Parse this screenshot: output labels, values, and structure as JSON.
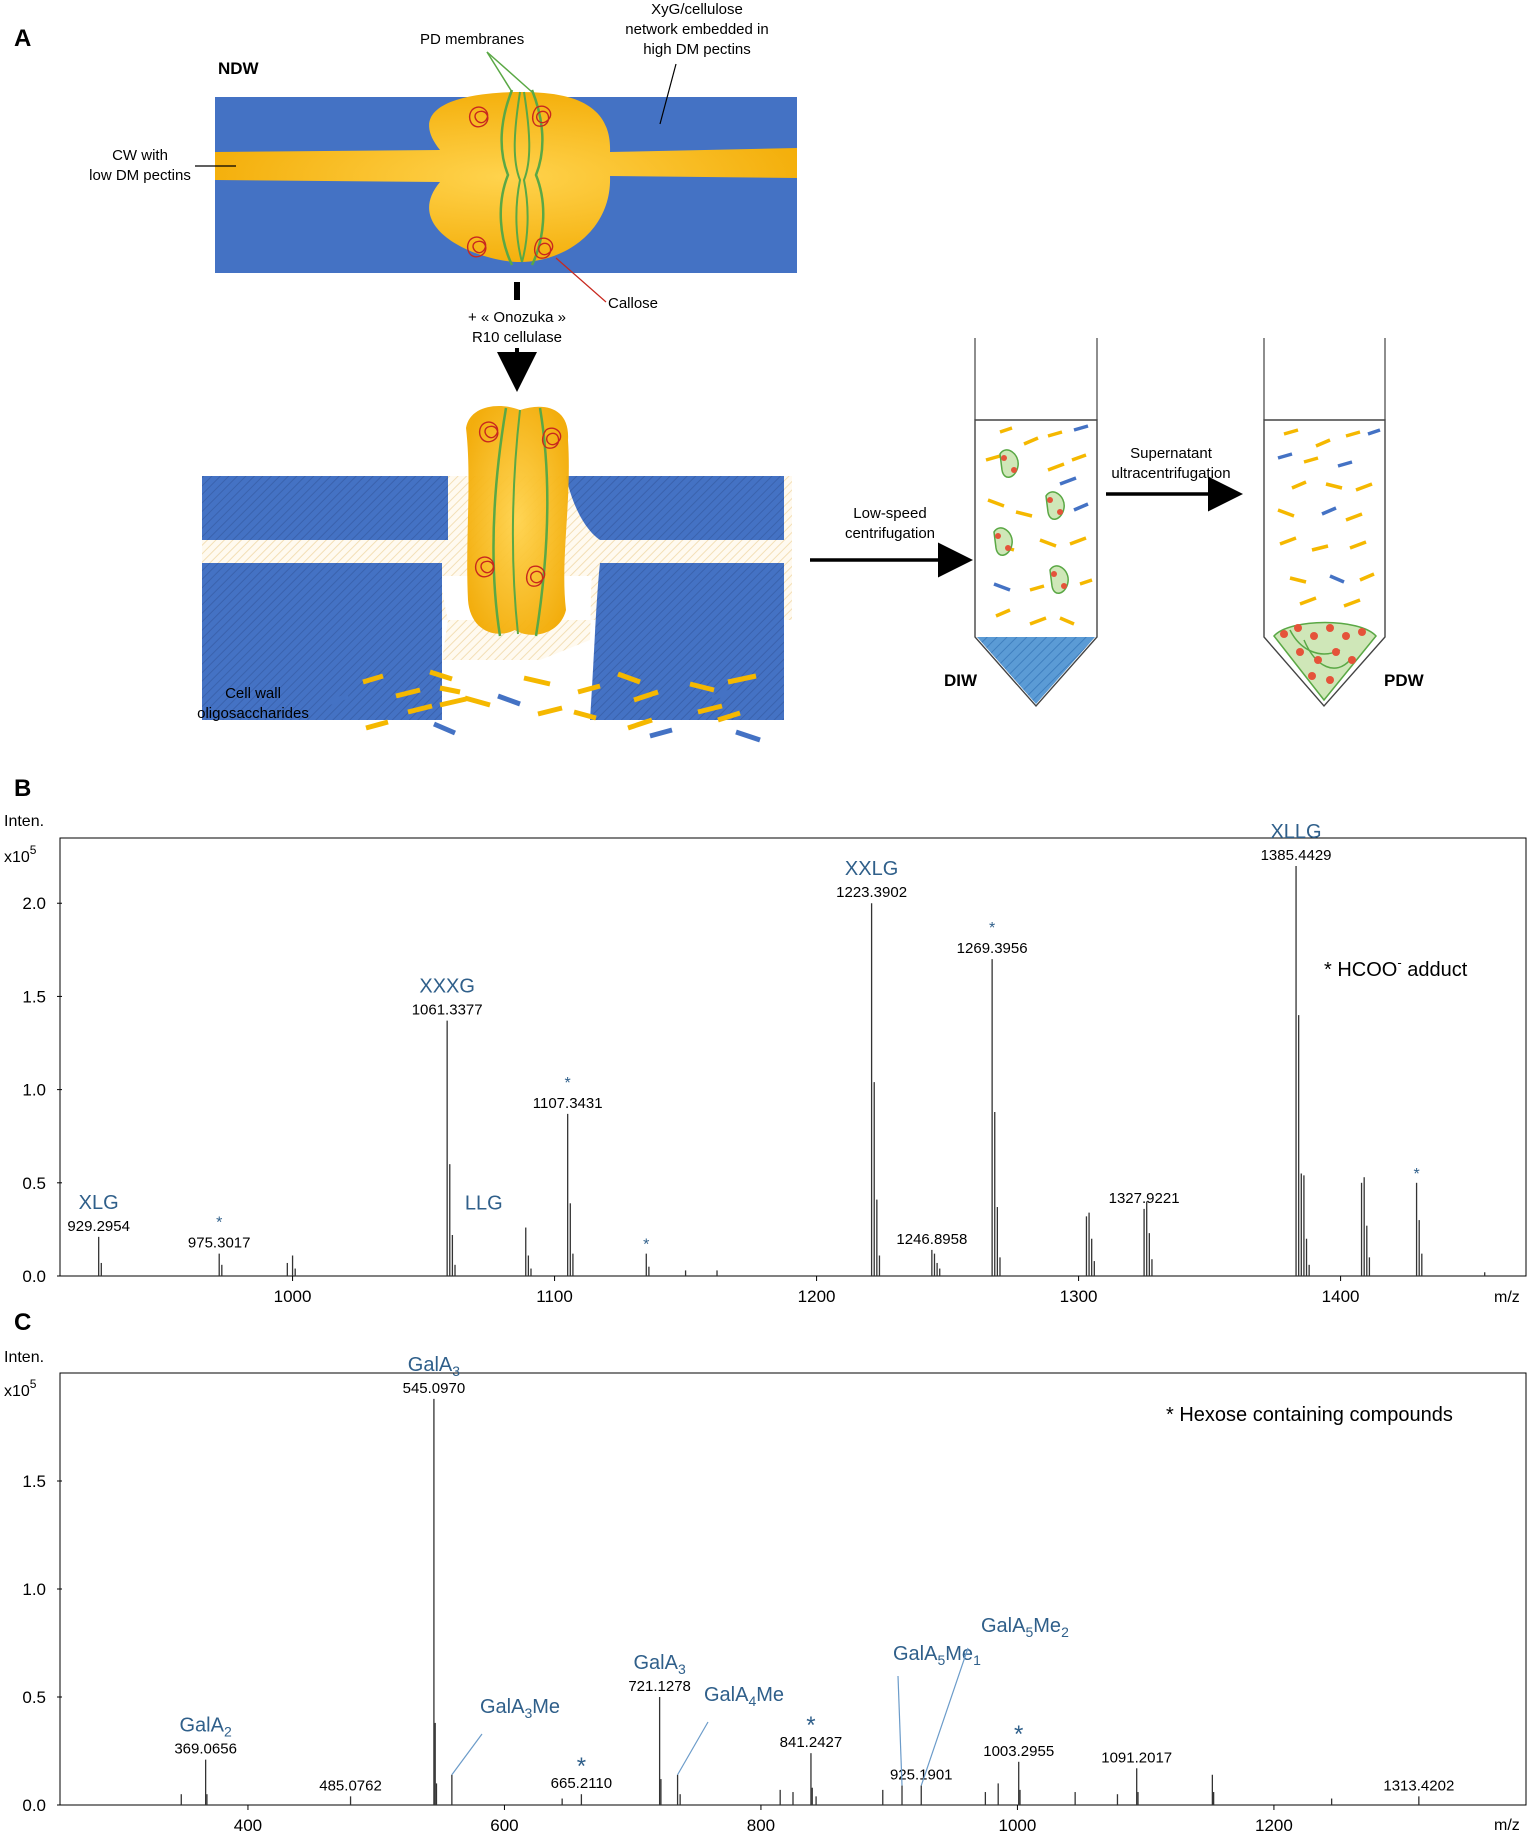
{
  "panel_a": {
    "label": "A",
    "ndw_label": "NDW",
    "pd_membranes": "PD membranes",
    "xyg_line1": "XyG/cellulose",
    "xyg_line2": "network embedded in",
    "xyg_line3": "high DM pectins",
    "cw_line1": "CW with",
    "cw_line2": "low DM pectins",
    "callose": "Callose",
    "enzyme_line1": "+ « Onozuka »",
    "enzyme_line2": "R10 cellulase",
    "oligo_line1": "Cell wall",
    "oligo_line2": "oligosaccharides",
    "low_speed_line1": "Low-speed",
    "low_speed_line2": "centrifugation",
    "supernatant_line1": "Supernatant",
    "supernatant_line2": "ultracentrifugation",
    "diw_label": "DIW",
    "pdw_label": "PDW",
    "colors": {
      "wall_blue": "#4472c4",
      "pectin_yellow": "#f5b800",
      "membrane_green": "#5aa845",
      "callose_red": "#c8281e"
    }
  },
  "chart_data": [
    {
      "panel": "B",
      "type": "bar",
      "ylabel": "Inten.",
      "yunit": "x10",
      "yunit_exp": "5",
      "xlabel": "m/z",
      "xlim": [
        912,
        1470
      ],
      "ylim": [
        0,
        2.35
      ],
      "xticks": [
        1000,
        1100,
        1200,
        1300,
        1400
      ],
      "yticks": [
        "0.0",
        "0.5",
        "1.0",
        "1.5",
        "2.0"
      ],
      "legend_note": "* HCOO",
      "legend_sup": "-",
      "legend_tail": " adduct",
      "peaks": [
        {
          "x": 926,
          "y": 0.21
        },
        {
          "x": 927,
          "y": 0.07
        },
        {
          "x": 972,
          "y": 0.12
        },
        {
          "x": 973,
          "y": 0.06
        },
        {
          "x": 998,
          "y": 0.07
        },
        {
          "x": 1000,
          "y": 0.11
        },
        {
          "x": 1001,
          "y": 0.04
        },
        {
          "x": 1059,
          "y": 1.37
        },
        {
          "x": 1060,
          "y": 0.6
        },
        {
          "x": 1061,
          "y": 0.22
        },
        {
          "x": 1062,
          "y": 0.06
        },
        {
          "x": 1089,
          "y": 0.26
        },
        {
          "x": 1090,
          "y": 0.11
        },
        {
          "x": 1091,
          "y": 0.04
        },
        {
          "x": 1105,
          "y": 0.87
        },
        {
          "x": 1106,
          "y": 0.39
        },
        {
          "x": 1107,
          "y": 0.12
        },
        {
          "x": 1135,
          "y": 0.12
        },
        {
          "x": 1136,
          "y": 0.05
        },
        {
          "x": 1150,
          "y": 0.03
        },
        {
          "x": 1162,
          "y": 0.03
        },
        {
          "x": 1221,
          "y": 2.0
        },
        {
          "x": 1222,
          "y": 1.04
        },
        {
          "x": 1223,
          "y": 0.41
        },
        {
          "x": 1224,
          "y": 0.11
        },
        {
          "x": 1244,
          "y": 0.14
        },
        {
          "x": 1245,
          "y": 0.12
        },
        {
          "x": 1246,
          "y": 0.07
        },
        {
          "x": 1247,
          "y": 0.04
        },
        {
          "x": 1267,
          "y": 1.7
        },
        {
          "x": 1268,
          "y": 0.88
        },
        {
          "x": 1269,
          "y": 0.37
        },
        {
          "x": 1270,
          "y": 0.1
        },
        {
          "x": 1303,
          "y": 0.32
        },
        {
          "x": 1304,
          "y": 0.34
        },
        {
          "x": 1305,
          "y": 0.2
        },
        {
          "x": 1306,
          "y": 0.08
        },
        {
          "x": 1325,
          "y": 0.36
        },
        {
          "x": 1326,
          "y": 0.4
        },
        {
          "x": 1327,
          "y": 0.23
        },
        {
          "x": 1328,
          "y": 0.09
        },
        {
          "x": 1383,
          "y": 2.2
        },
        {
          "x": 1384,
          "y": 1.4
        },
        {
          "x": 1385,
          "y": 0.55
        },
        {
          "x": 1386,
          "y": 0.54
        },
        {
          "x": 1387,
          "y": 0.2
        },
        {
          "x": 1388,
          "y": 0.06
        },
        {
          "x": 1408,
          "y": 0.5
        },
        {
          "x": 1409,
          "y": 0.53
        },
        {
          "x": 1410,
          "y": 0.27
        },
        {
          "x": 1411,
          "y": 0.1
        },
        {
          "x": 1429,
          "y": 0.5
        },
        {
          "x": 1430,
          "y": 0.3
        },
        {
          "x": 1431,
          "y": 0.12
        },
        {
          "x": 1455,
          "y": 0.02
        }
      ],
      "annotations": [
        {
          "x": 926,
          "mz": "929.2954",
          "name": "XLG",
          "star": false
        },
        {
          "x": 972,
          "mz": "975.3017",
          "name": "",
          "star": true
        },
        {
          "x": 1059,
          "mz": "1061.3377",
          "name": "XXXG",
          "star": false
        },
        {
          "x": 1089,
          "mz": "",
          "name": "LLG",
          "star": false
        },
        {
          "x": 1105,
          "mz": "1107.3431",
          "name": "",
          "star": true
        },
        {
          "x": 1135,
          "mz": "",
          "name": "",
          "star": true
        },
        {
          "x": 1221,
          "mz": "1223.3902",
          "name": "XXLG",
          "star": false
        },
        {
          "x": 1244,
          "mz": "1246.8958",
          "name": "",
          "star": false
        },
        {
          "x": 1267,
          "mz": "1269.3956",
          "name": "",
          "star": true
        },
        {
          "x": 1325,
          "mz": "1327.9221",
          "name": "",
          "star": false
        },
        {
          "x": 1383,
          "mz": "1385.4429",
          "name": "XLLG",
          "star": false
        },
        {
          "x": 1429,
          "mz": "",
          "name": "",
          "star": true
        }
      ]
    },
    {
      "panel": "C",
      "type": "bar",
      "ylabel": "Inten.",
      "yunit": "x10",
      "yunit_exp": "5",
      "xlabel": "m/z",
      "xlim": [
        255,
        1395
      ],
      "ylim": [
        0,
        2.0
      ],
      "xticks": [
        400,
        600,
        800,
        1000,
        1200
      ],
      "yticks": [
        "0.0",
        "0.5",
        "1.0",
        "1.5"
      ],
      "legend_note": "* Hexose containing compounds",
      "peaks": [
        {
          "x": 348,
          "y": 0.05
        },
        {
          "x": 367,
          "y": 0.21
        },
        {
          "x": 368,
          "y": 0.05
        },
        {
          "x": 480,
          "y": 0.04
        },
        {
          "x": 545,
          "y": 1.88
        },
        {
          "x": 546,
          "y": 0.38
        },
        {
          "x": 547,
          "y": 0.1
        },
        {
          "x": 559,
          "y": 0.14
        },
        {
          "x": 645,
          "y": 0.03
        },
        {
          "x": 660,
          "y": 0.05
        },
        {
          "x": 721,
          "y": 0.5
        },
        {
          "x": 722,
          "y": 0.12
        },
        {
          "x": 735,
          "y": 0.14
        },
        {
          "x": 737,
          "y": 0.05
        },
        {
          "x": 815,
          "y": 0.07
        },
        {
          "x": 825,
          "y": 0.06
        },
        {
          "x": 839,
          "y": 0.24
        },
        {
          "x": 840,
          "y": 0.08
        },
        {
          "x": 843,
          "y": 0.04
        },
        {
          "x": 895,
          "y": 0.07
        },
        {
          "x": 910,
          "y": 0.09
        },
        {
          "x": 925,
          "y": 0.09
        },
        {
          "x": 975,
          "y": 0.06
        },
        {
          "x": 985,
          "y": 0.1
        },
        {
          "x": 1001,
          "y": 0.2
        },
        {
          "x": 1002,
          "y": 0.07
        },
        {
          "x": 1045,
          "y": 0.06
        },
        {
          "x": 1078,
          "y": 0.05
        },
        {
          "x": 1093,
          "y": 0.17
        },
        {
          "x": 1094,
          "y": 0.06
        },
        {
          "x": 1152,
          "y": 0.14
        },
        {
          "x": 1153,
          "y": 0.06
        },
        {
          "x": 1245,
          "y": 0.03
        },
        {
          "x": 1313,
          "y": 0.04
        }
      ],
      "annotations": [
        {
          "x": 367,
          "mz": "369.0656",
          "name": "GalA",
          "sub": "2",
          "name_tail": "",
          "star": false
        },
        {
          "x": 480,
          "mz": "485.0762",
          "name": "",
          "sub": "",
          "name_tail": "",
          "star": false
        },
        {
          "x": 545,
          "mz": "545.0970",
          "name": "GalA",
          "sub": "3",
          "name_tail": "",
          "star": false
        },
        {
          "x": 660,
          "mz": "665.2110",
          "name": "",
          "sub": "",
          "name_tail": "",
          "star": true
        },
        {
          "x": 721,
          "mz": "721.1278",
          "name": "GalA",
          "sub": "3",
          "name_tail": "",
          "star": false
        },
        {
          "x": 839,
          "mz": "841.2427",
          "name": "",
          "sub": "",
          "name_tail": "",
          "star": true
        },
        {
          "x": 925,
          "mz": "925.1901",
          "name": "",
          "sub": "",
          "name_tail": "",
          "star": false
        },
        {
          "x": 1001,
          "mz": "1003.2955",
          "name": "",
          "sub": "",
          "name_tail": "",
          "star": true
        },
        {
          "x": 1093,
          "mz": "1091.2017",
          "name": "",
          "sub": "",
          "name_tail": "",
          "star": false
        },
        {
          "x": 1313,
          "mz": "1313.4202",
          "name": "",
          "sub": "",
          "name_tail": "",
          "star": false
        }
      ],
      "callouts": [
        {
          "name": "GalA",
          "sub": "3",
          "name_tail": "Me",
          "target_x": 559
        },
        {
          "name": "GalA",
          "sub": "4",
          "name_tail": "Me",
          "target_x": 735
        },
        {
          "name": "GalA",
          "sub": "5",
          "name_tail": "Me",
          "sub2": "1",
          "target_x": 910
        },
        {
          "name": "GalA",
          "sub": "5",
          "name_tail": "Me",
          "sub2": "2",
          "target_x": 925
        }
      ]
    }
  ]
}
